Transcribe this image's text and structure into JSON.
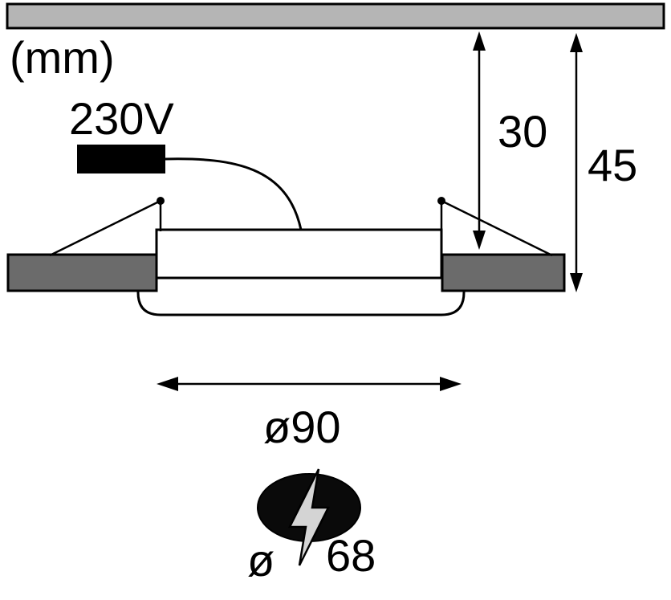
{
  "labels": {
    "unit": "(mm)",
    "voltage": "230V",
    "recess_depth": "30",
    "total_height": "45",
    "trim_diameter": "ø90",
    "cutout_prefix": "ø",
    "cutout_value": "68"
  },
  "colors": {
    "ceiling": "#b5b5b5",
    "flange": "#6b6b6b",
    "connector": "#000000",
    "hole": "#0a0a0a",
    "bolt": "#d4d4d4",
    "line": "#000000"
  },
  "icons": {
    "cutout_hole": "hole-with-lightning-arrow-icon"
  }
}
